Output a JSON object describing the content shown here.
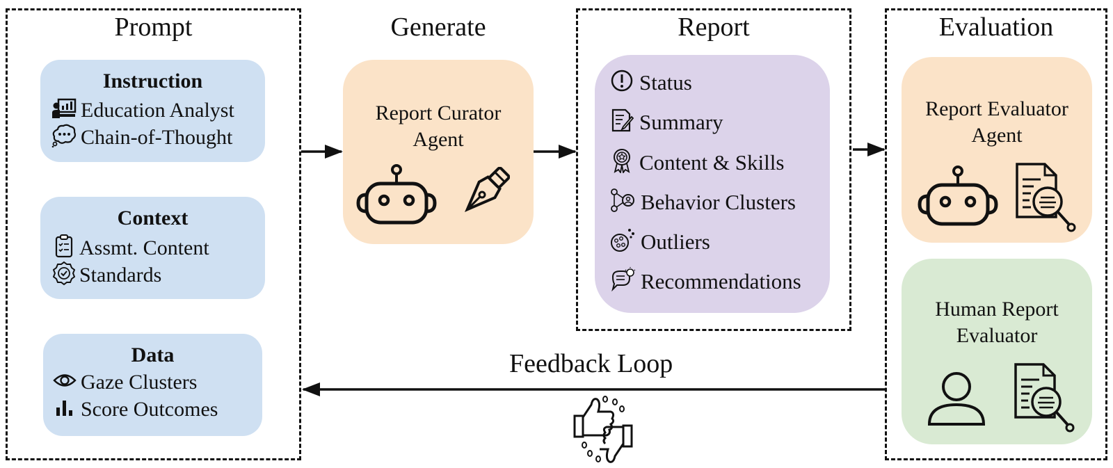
{
  "sections": {
    "prompt": "Prompt",
    "generate": "Generate",
    "report": "Report",
    "evaluation": "Evaluation"
  },
  "prompt": {
    "instruction": {
      "title": "Instruction",
      "items": [
        "Education Analyst",
        "Chain-of-Thought"
      ],
      "icons": [
        "presentation-chart-icon",
        "thought-bubble-icon"
      ]
    },
    "context": {
      "title": "Context",
      "items": [
        "Assmt. Content",
        "Standards"
      ],
      "icons": [
        "clipboard-checklist-icon",
        "badge-check-icon"
      ]
    },
    "data": {
      "title": "Data",
      "items": [
        "Gaze Clusters",
        "Score Outcomes"
      ],
      "icons": [
        "eye-icon",
        "bar-chart-icon"
      ]
    }
  },
  "generate": {
    "agent_line1": "Report Curator",
    "agent_line2": "Agent",
    "icons": [
      "robot-icon",
      "fountain-pen-icon"
    ]
  },
  "report": {
    "items": [
      "Status",
      "Summary",
      "Content & Skills",
      "Behavior Clusters",
      "Outliers",
      "Recommendations"
    ],
    "icons": [
      "exclamation-circle-icon",
      "document-edit-icon",
      "award-ribbon-icon",
      "cluster-nodes-icon",
      "scatter-dots-icon",
      "chat-lightbulb-icon"
    ]
  },
  "evaluation": {
    "agent_line1": "Report Evaluator",
    "agent_line2": "Agent",
    "human_line1": "Human Report",
    "human_line2": "Evaluator",
    "icons": [
      "robot-icon",
      "document-search-icon",
      "user-icon",
      "document-search-icon"
    ]
  },
  "feedback": {
    "label": "Feedback Loop",
    "icon": "thumbs-up-down-icon"
  },
  "colors": {
    "prompt_card": "#cfe0f2",
    "agent_card": "#fbe3c8",
    "report_card": "#dcd3ea",
    "human_card": "#d9ead3",
    "stroke": "#111111"
  }
}
